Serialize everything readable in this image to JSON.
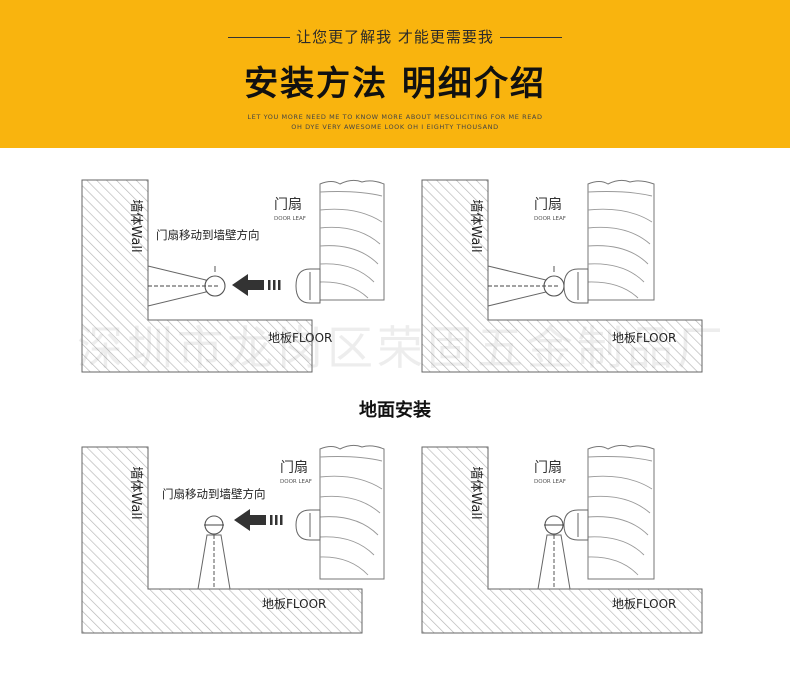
{
  "header": {
    "tagline": "让您更了解我 才能更需要我",
    "title": "安装方法 明细介绍",
    "subtitle_line1": "LET YOU MORE NEED ME TO KNOW MORE ABOUT MESOLICITING FOR ME READ",
    "subtitle_line2": "OH DYE VERY AWESOME LOOK OH I EIGHTY THOUSAND"
  },
  "labels": {
    "wall": "墙体Wall",
    "door_cn": "门扇",
    "door_en": "DOOR LEAF",
    "floor": "地板FLOOR",
    "move": "门扇移动到墙壁方向"
  },
  "section_title": "地面安装",
  "watermark": "深圳市龙岗区荣固五金制品厂",
  "colors": {
    "banner": "#f9b40e",
    "hatch": "#b5b5b5",
    "outline": "#666666",
    "arrow": "#333333"
  }
}
